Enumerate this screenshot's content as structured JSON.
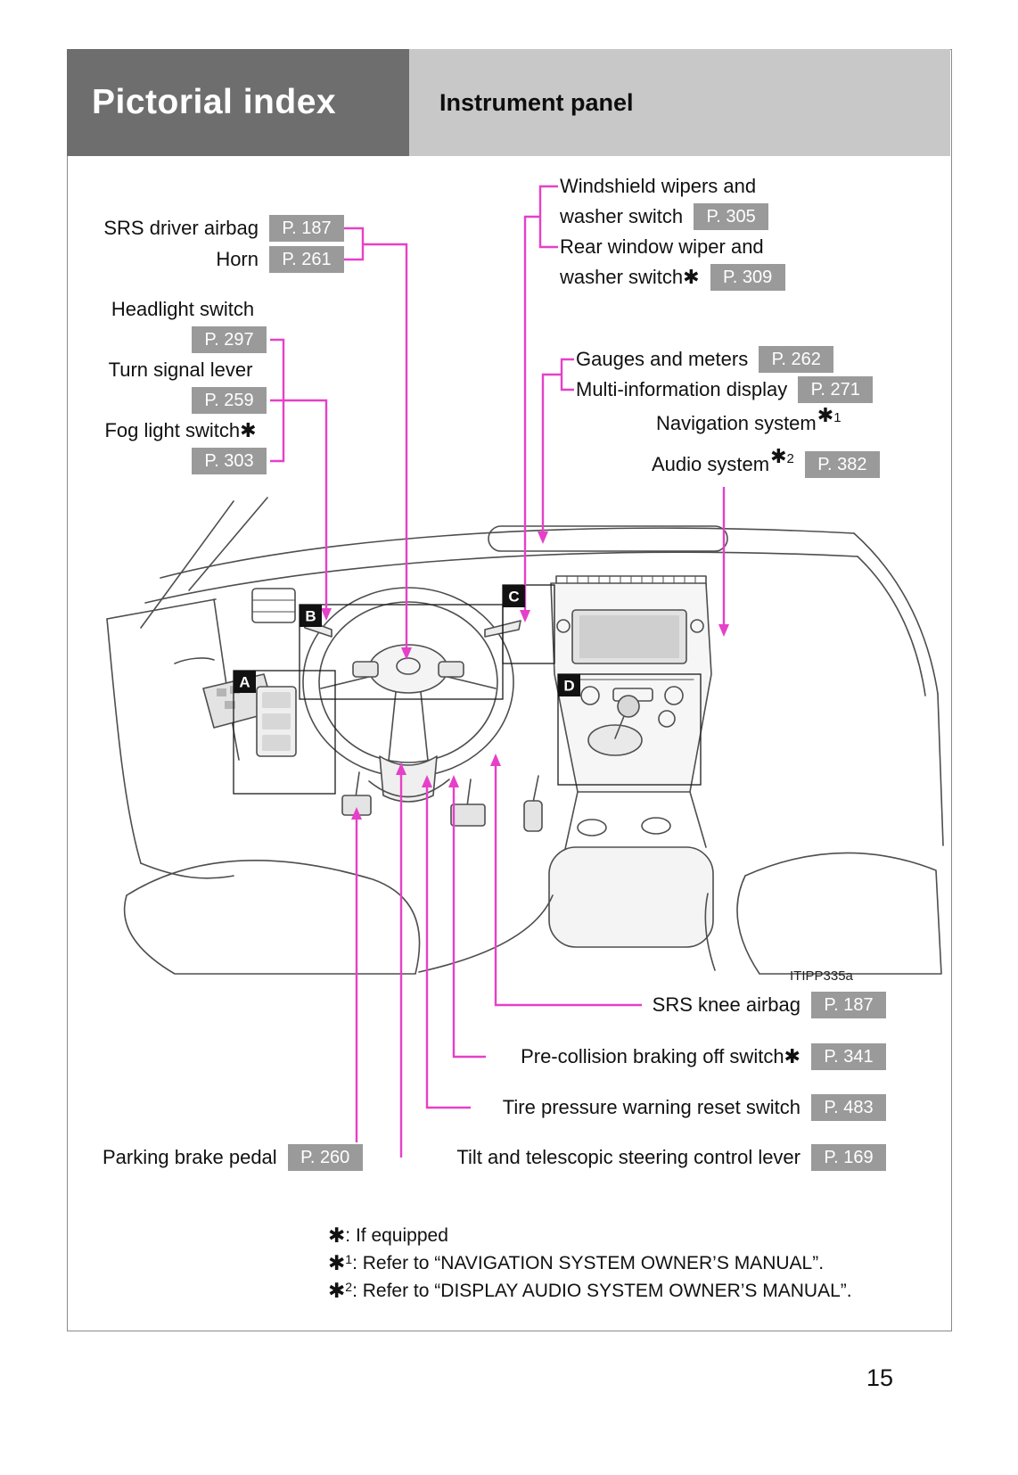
{
  "header": {
    "title": "Pictorial index",
    "subtitle": "Instrument panel"
  },
  "colors": {
    "accent": "#E640C8",
    "header_dark": "#6E6E6E",
    "header_light": "#C8C8C8",
    "badge_gray": "#9A9A9A"
  },
  "labels": {
    "srs_driver_airbag": {
      "text": "SRS driver airbag",
      "page": "P. 187"
    },
    "horn": {
      "text": "Horn",
      "page": "P. 261"
    },
    "headlight_switch": {
      "text": "Headlight switch",
      "page": "P. 297"
    },
    "turn_signal_lever": {
      "text": "Turn signal lever",
      "page": "P. 259"
    },
    "fog_light_switch": {
      "text": "Fog light switch✱",
      "page": "P. 303"
    },
    "windshield_wipers": {
      "line1": "Windshield wipers and",
      "line2": "washer switch",
      "page": "P. 305"
    },
    "rear_wiper": {
      "line1": "Rear window wiper and",
      "line2": "washer switch✱",
      "page": "P. 309"
    },
    "gauges": {
      "text": "Gauges and meters",
      "page": "P. 262"
    },
    "multi_information_display": {
      "text": "Multi-information display",
      "page": "P. 271"
    },
    "navigation_system": {
      "text": "Navigation system",
      "sym": "✱",
      "num": "1"
    },
    "audio_system": {
      "text": "Audio system",
      "sym": "✱",
      "num": "2",
      "page": "P. 382"
    },
    "srs_knee_airbag": {
      "text": "SRS knee airbag",
      "page": "P. 187"
    },
    "pre_collision": {
      "text": "Pre-collision braking off switch✱",
      "page": "P. 341"
    },
    "tire_pressure": {
      "text": "Tire pressure warning reset switch",
      "page": "P. 483"
    },
    "parking_brake_pedal": {
      "text": "Parking brake pedal",
      "page": "P. 260"
    },
    "tilt_steering": {
      "text": "Tilt and telescopic steering control lever",
      "page": "P. 169"
    }
  },
  "diagram": {
    "figure_code": "ITIPP335a",
    "markers": [
      "A",
      "B",
      "C",
      "D"
    ]
  },
  "footnotes": [
    {
      "sym": "✱",
      "num": "",
      "text": ": If equipped"
    },
    {
      "sym": "✱",
      "num": "1",
      "text": ": Refer to “NAVIGATION SYSTEM OWNER’S MANUAL”."
    },
    {
      "sym": "✱",
      "num": "2",
      "text": ": Refer to “DISPLAY AUDIO SYSTEM OWNER’S MANUAL”."
    }
  ],
  "page_number": "15"
}
